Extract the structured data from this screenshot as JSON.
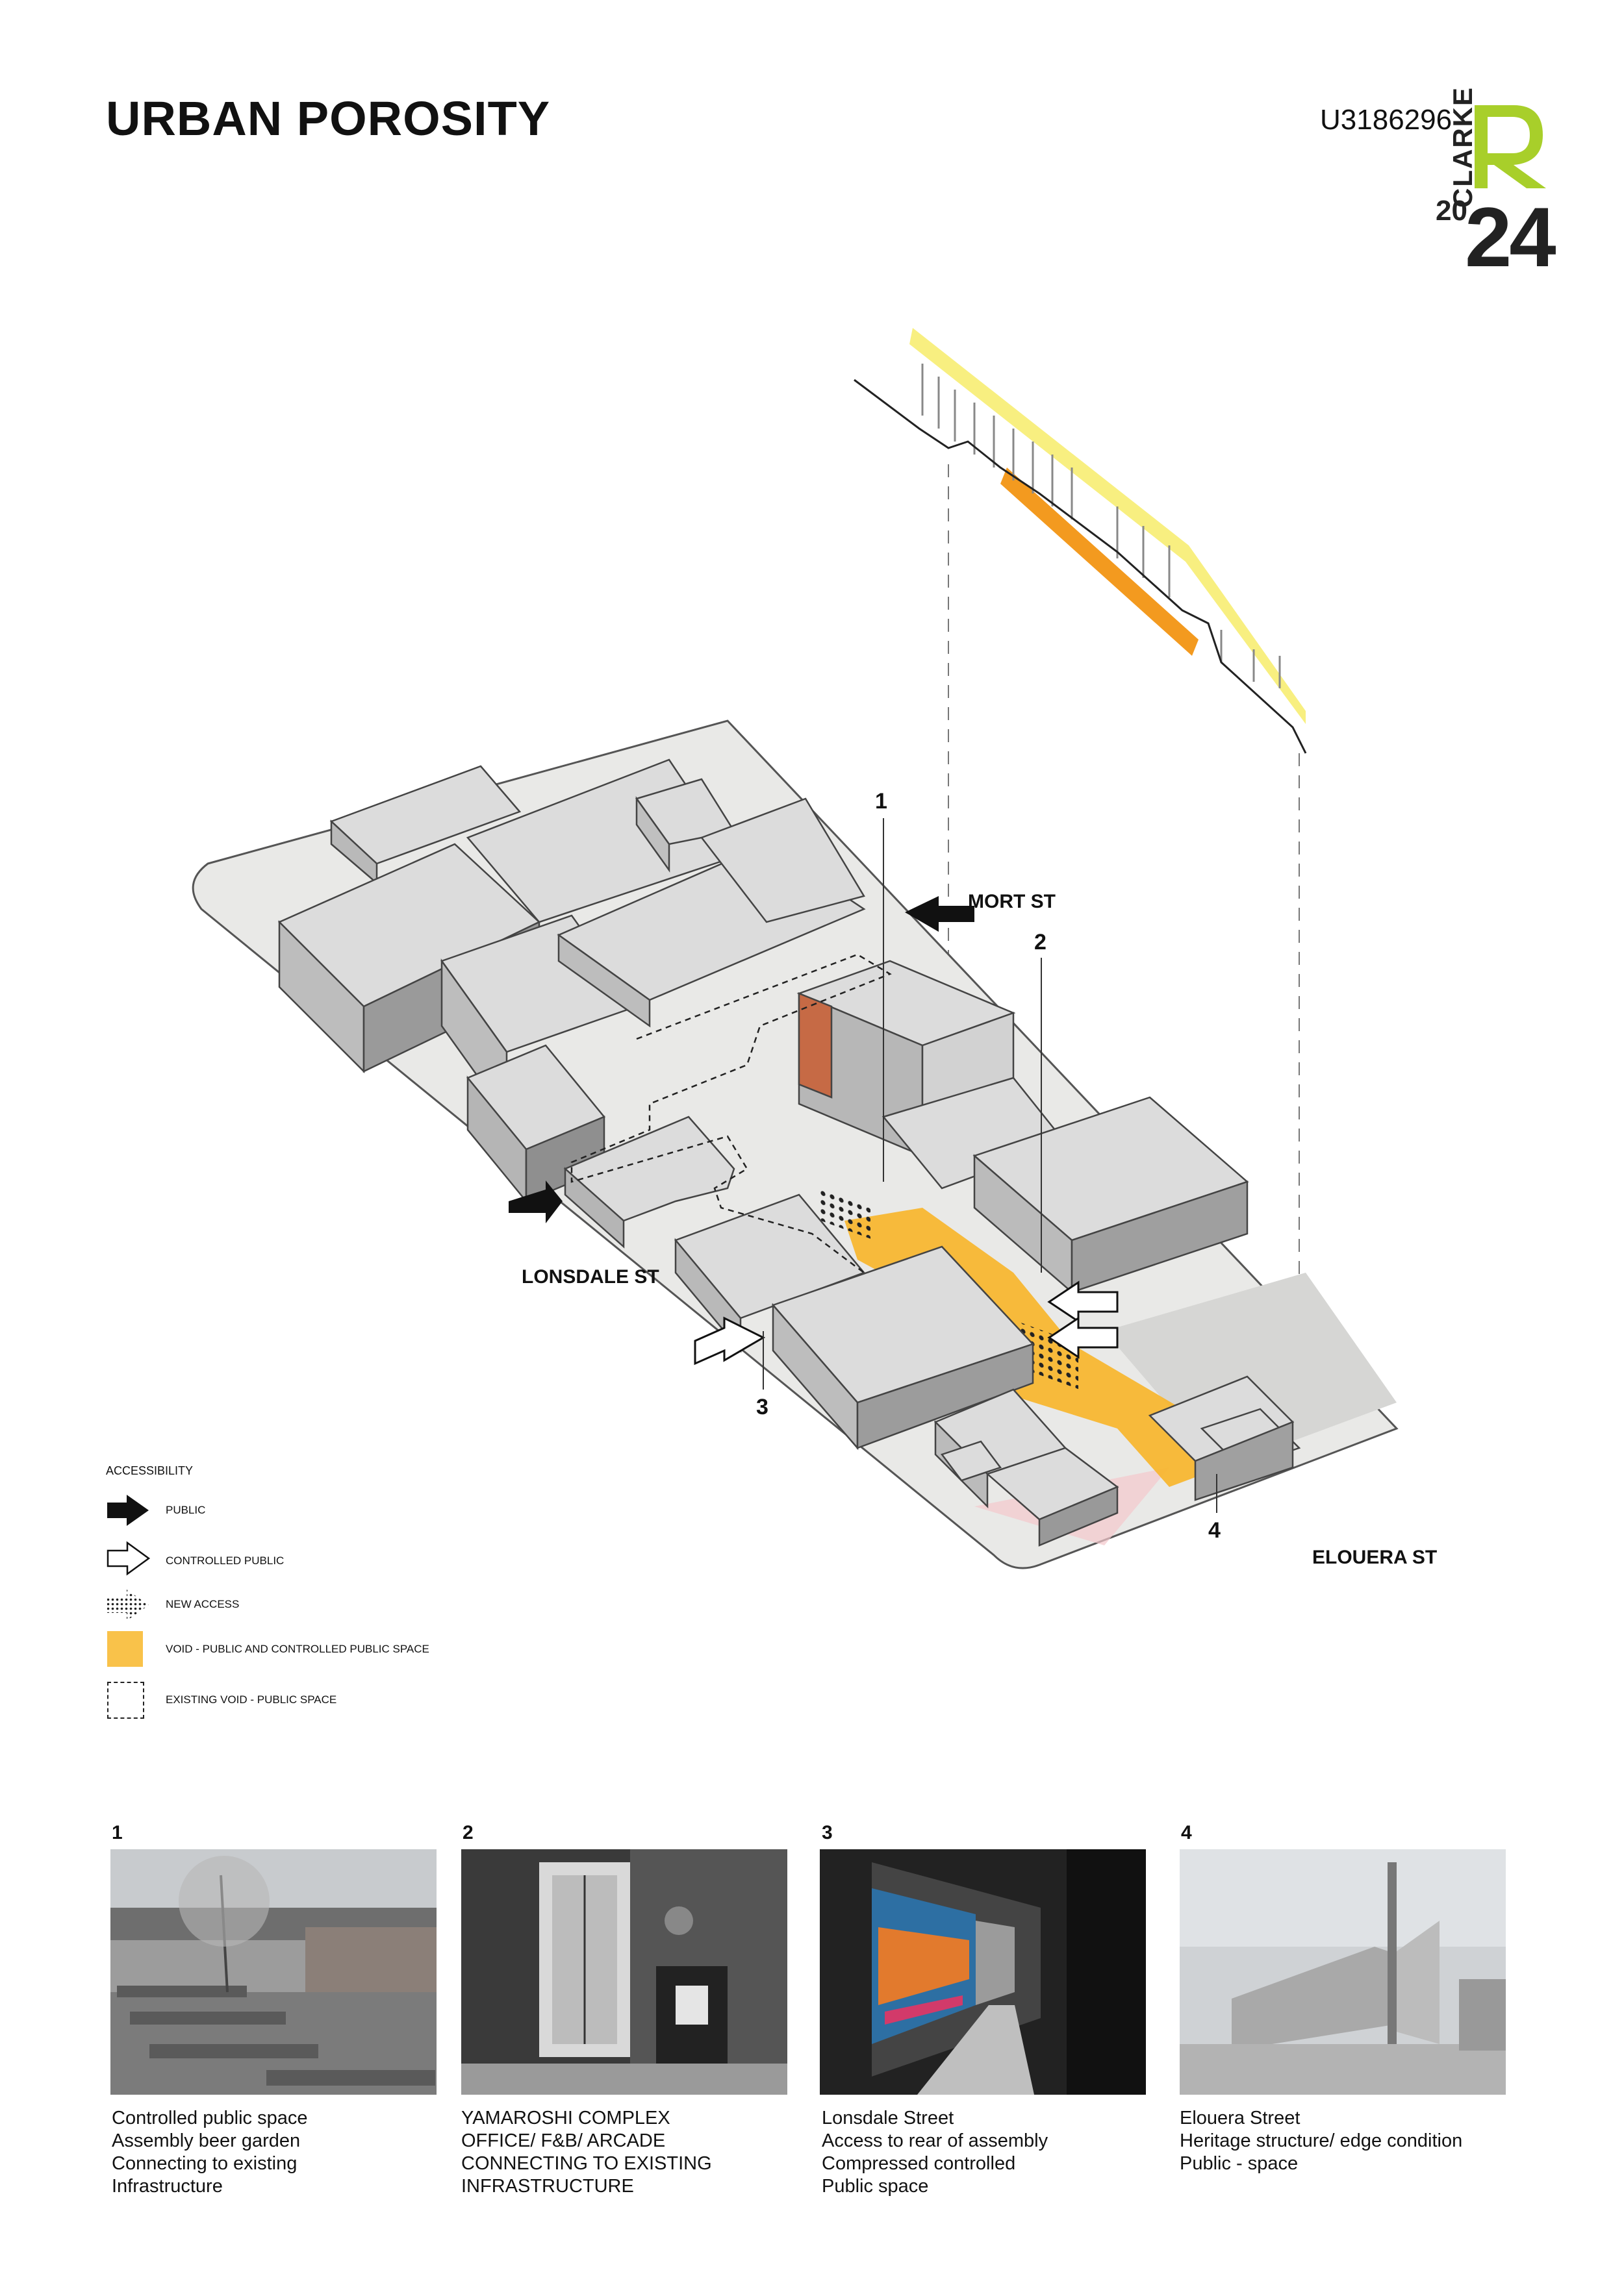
{
  "header": {
    "title": "URBAN POROSITY",
    "student_id": "U3186296",
    "logo": {
      "word": "CLARKE",
      "letter": "R",
      "year_small": "20",
      "year_big": "24",
      "accent": "#a8cf2a"
    }
  },
  "diagram": {
    "streets": {
      "mort": "MORT ST",
      "lonsdale": "LONSDALE ST",
      "elouera": "ELOUERA ST"
    },
    "markers": [
      "1",
      "2",
      "3",
      "4"
    ],
    "colors": {
      "void": "#f7b52c",
      "building": "#dcdcdc",
      "ground": "#e9e9e7",
      "section_strong": "#f39a1f",
      "section_light": "#f7ec6a"
    }
  },
  "legend": {
    "title": "ACCESSIBILITY",
    "items": [
      {
        "icon": "public-arrow-icon",
        "label": "PUBLIC"
      },
      {
        "icon": "controlled-public-arrow-icon",
        "label": "CONTROLLED PUBLIC"
      },
      {
        "icon": "new-access-arrow-icon",
        "label": "NEW ACCESS"
      },
      {
        "icon": "void-swatch-icon",
        "label": "VOID - PUBLIC AND CONTROLLED PUBLIC SPACE"
      },
      {
        "icon": "existing-void-swatch-icon",
        "label": "EXISTING VOID - PUBLIC SPACE"
      }
    ]
  },
  "photos": [
    {
      "num": "1",
      "lines": [
        "Controlled public space",
        "Assembly beer garden",
        "Connecting to existing",
        "Infrastructure"
      ]
    },
    {
      "num": "2",
      "lines": [
        "YAMAROSHI COMPLEX",
        "OFFICE/ F&B/ ARCADE",
        "CONNECTING TO EXISTING",
        "INFRASTRUCTURE"
      ]
    },
    {
      "num": "3",
      "lines": [
        "Lonsdale Street",
        "Access to rear of assembly",
        "Compressed controlled",
        "Public space"
      ]
    },
    {
      "num": "4",
      "lines": [
        "Elouera Street",
        "Heritage structure/ edge condition",
        "Public - space"
      ]
    }
  ]
}
